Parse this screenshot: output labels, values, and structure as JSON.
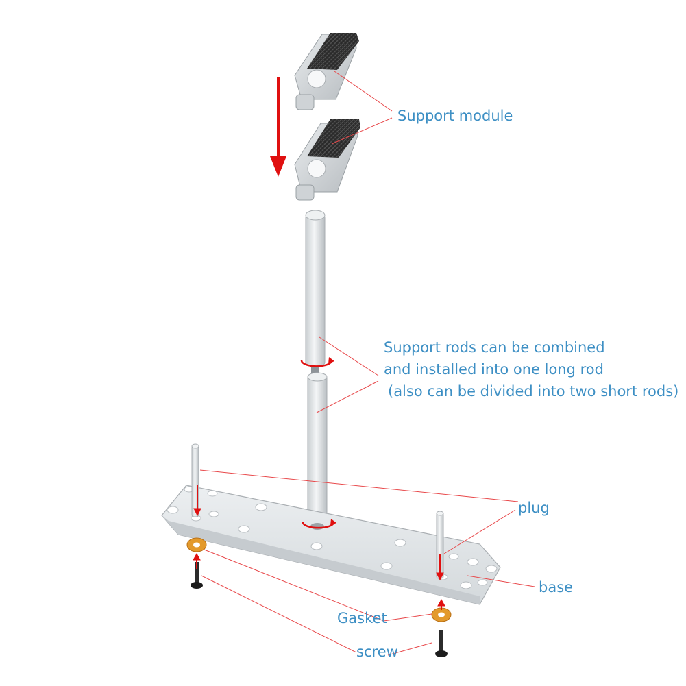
{
  "labels": {
    "support_module": "Support module",
    "rods_line1": "Support rods can be combined",
    "rods_line2": "and installed into one long rod",
    "rods_line3": "(also can be divided into two short rods)",
    "plug": "plug",
    "base": "base",
    "gasket": "Gasket",
    "screw": "screw"
  },
  "colors": {
    "label_text": "#3d8fc4",
    "leader_line": "#e8484a",
    "arrow": "#e01010",
    "gasket": "#e39a2c",
    "metal": "#d8dde0"
  }
}
